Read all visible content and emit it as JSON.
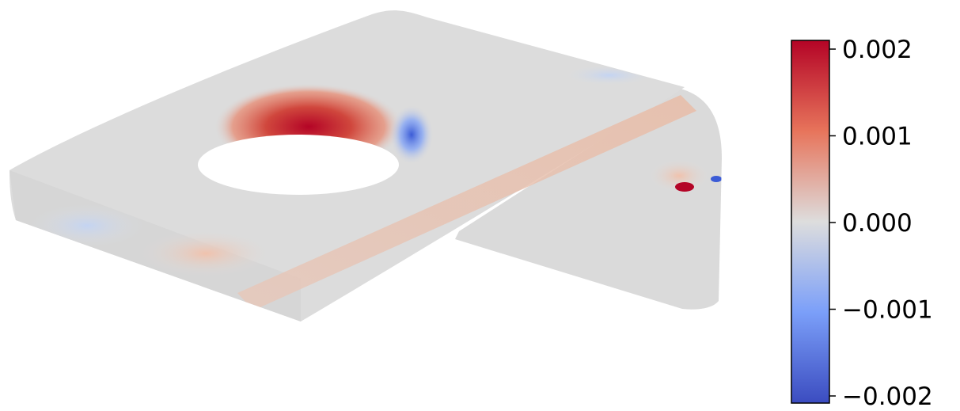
{
  "chart_data": {
    "type": "heatmap",
    "title": "",
    "xlabel": "",
    "ylabel": "",
    "colormap": "coolwarm",
    "colorbar": {
      "range": [
        -0.002,
        0.002
      ],
      "ticks": [
        0.002,
        0.001,
        0.0,
        -0.001,
        -0.002
      ],
      "tick_labels": [
        "0.002",
        "0.001",
        "0.000",
        "−0.001",
        "−0.002"
      ],
      "stops": [
        "#b40426",
        "#e7745b",
        "#dddddd",
        "#7b9ff9",
        "#3b4cc0"
      ]
    },
    "annotations": []
  }
}
